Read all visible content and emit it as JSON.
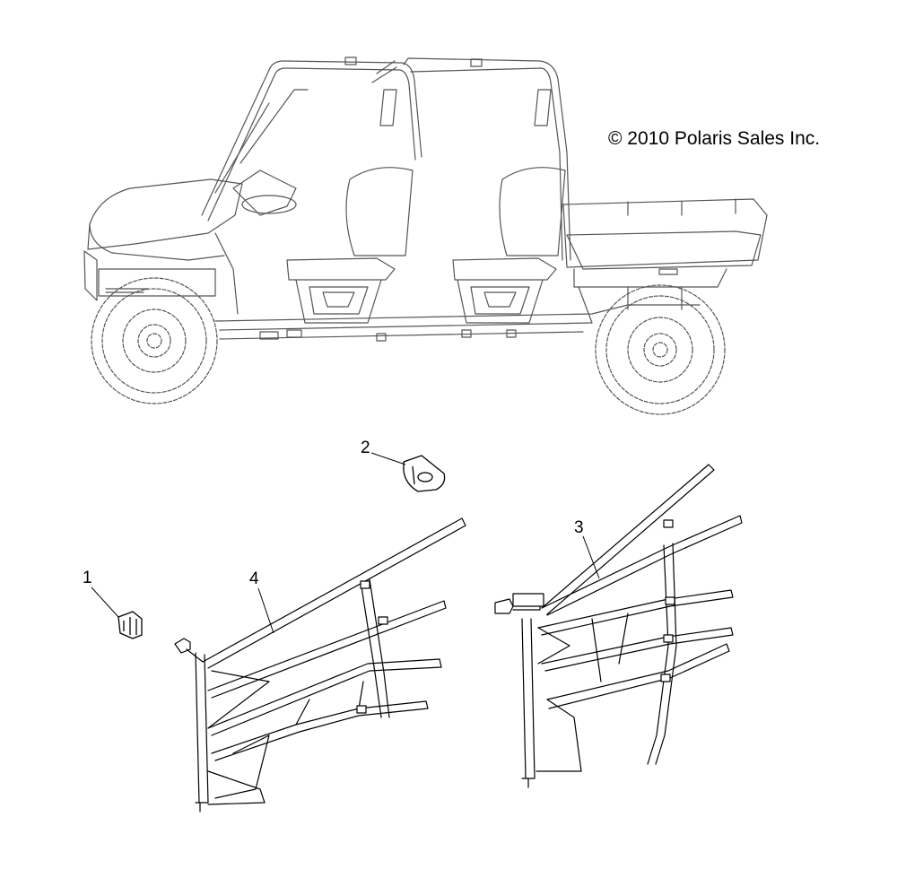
{
  "copyright": "© 2010 Polaris Sales Inc.",
  "callouts": [
    {
      "id": "1",
      "label": "1"
    },
    {
      "id": "2",
      "label": "2"
    },
    {
      "id": "3",
      "label": "3"
    },
    {
      "id": "4",
      "label": "4"
    }
  ],
  "colors": {
    "line": "#000000",
    "ghost": "#555555",
    "background": "#ffffff"
  }
}
